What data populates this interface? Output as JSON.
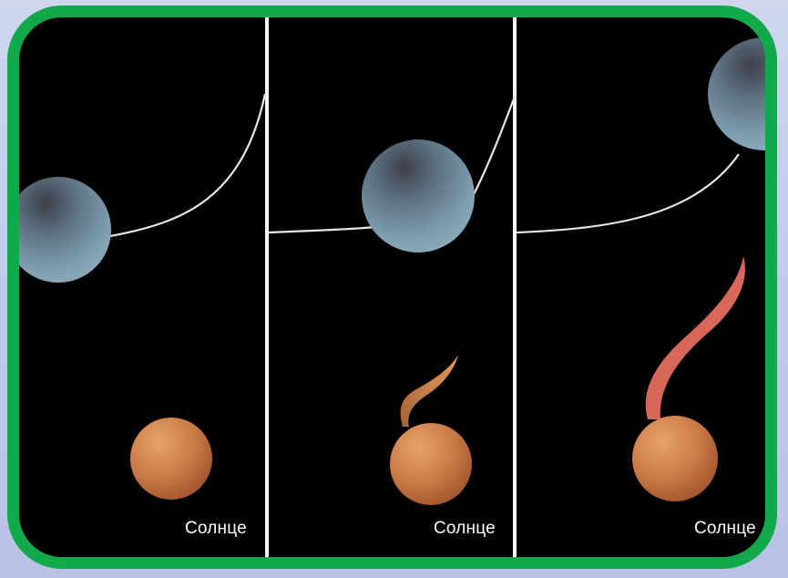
{
  "background_color": "#c4ccec",
  "frame_color": "#11a94a",
  "panels": [
    {
      "label": "Солнце"
    },
    {
      "label": "Солнце"
    },
    {
      "label": "Солнце"
    }
  ]
}
